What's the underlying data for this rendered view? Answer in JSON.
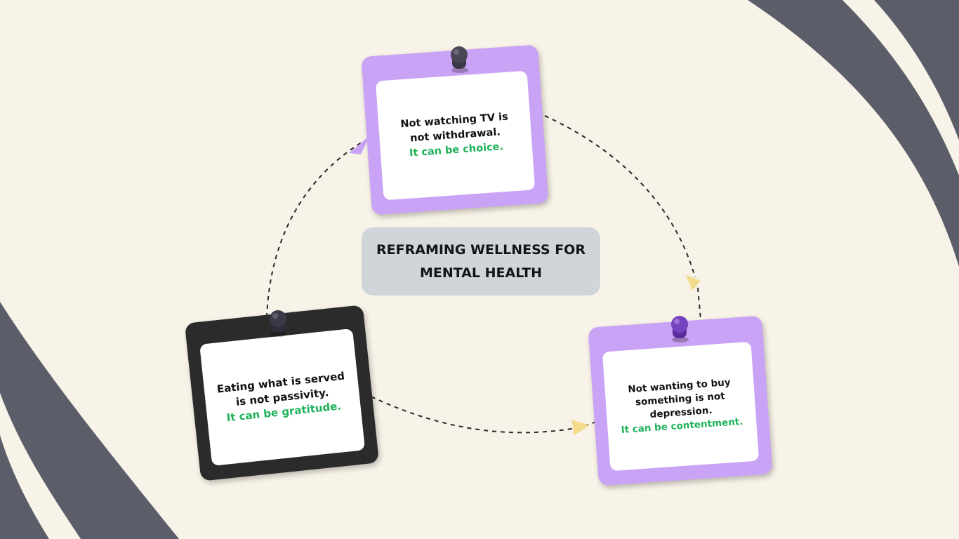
{
  "title": {
    "line1": "REFRAMING WELLNESS FOR",
    "line2": "MENTAL HEALTH"
  },
  "notes": [
    {
      "line1": "Not watching TV is",
      "line2": "not withdrawal.",
      "reframe": "It can be choice."
    },
    {
      "line1": "Eating what is served",
      "line2": "is not passivity.",
      "reframe": "It can be gratitude."
    },
    {
      "line1": "Not wanting to buy",
      "line2": "something is not",
      "line3": "depression.",
      "reframe": "It can be contentment."
    }
  ],
  "colors": {
    "background": "#f8f3e8",
    "swoosh": "#5b5d68",
    "purple_note": "#c9a3f5",
    "dark_note": "#2b2b2b",
    "reframe_text": "#1fb25a",
    "arrow_head": "#f2dc8c",
    "title_box": "#cfd5d8"
  },
  "icons": [
    "pushpin-icon",
    "arrowhead-icon"
  ]
}
